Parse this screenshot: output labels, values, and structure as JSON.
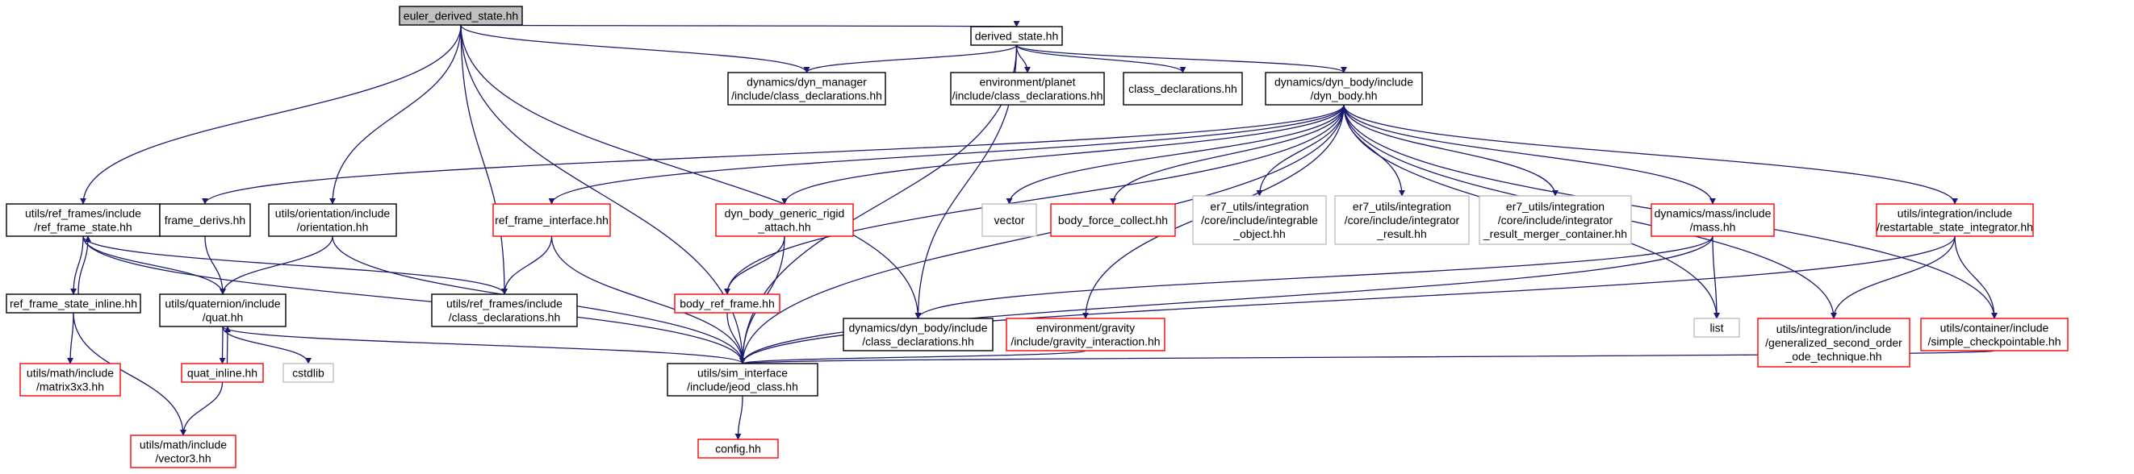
{
  "colors": {
    "edge": "#191970",
    "root_fill": "#bfbfbf",
    "documented_border": "#000000",
    "incomplete_border": "#ff0000",
    "undocumented_border": "#bfbfbf"
  },
  "nodes": {
    "euler_derived_state": {
      "lines": [
        "euler_derived_state.hh"
      ],
      "kind": "root"
    },
    "derived_state": {
      "lines": [
        "derived_state.hh"
      ],
      "kind": "documented"
    },
    "dyn_manager_class_decl": {
      "lines": [
        "dynamics/dyn_manager",
        "/include/class_declarations.hh"
      ],
      "kind": "documented"
    },
    "planet_class_decl": {
      "lines": [
        "environment/planet",
        "/include/class_declarations.hh"
      ],
      "kind": "documented"
    },
    "class_declarations": {
      "lines": [
        "class_declarations.hh"
      ],
      "kind": "documented"
    },
    "dyn_body": {
      "lines": [
        "dynamics/dyn_body/include",
        "/dyn_body.hh"
      ],
      "kind": "documented"
    },
    "ref_frame_state": {
      "lines": [
        "utils/ref_frames/include",
        "/ref_frame_state.hh"
      ],
      "kind": "documented"
    },
    "frame_derivs": {
      "lines": [
        "frame_derivs.hh"
      ],
      "kind": "documented"
    },
    "orientation": {
      "lines": [
        "utils/orientation/include",
        "/orientation.hh"
      ],
      "kind": "documented"
    },
    "ref_frame_interface": {
      "lines": [
        "ref_frame_interface.hh"
      ],
      "kind": "incomplete"
    },
    "dyn_body_generic_rigid_attach": {
      "lines": [
        "dyn_body_generic_rigid",
        "_attach.hh"
      ],
      "kind": "incomplete"
    },
    "vector": {
      "lines": [
        "vector"
      ],
      "kind": "undocumented"
    },
    "body_force_collect": {
      "lines": [
        "body_force_collect.hh"
      ],
      "kind": "incomplete"
    },
    "integrable_object": {
      "lines": [
        "er7_utils/integration",
        "/core/include/integrable",
        "_object.hh"
      ],
      "kind": "undocumented"
    },
    "integrator_result": {
      "lines": [
        "er7_utils/integration",
        "/core/include/integrator",
        "_result.hh"
      ],
      "kind": "undocumented"
    },
    "integrator_result_merger": {
      "lines": [
        "er7_utils/integration",
        "/core/include/integrator",
        "_result_merger_container.hh"
      ],
      "kind": "undocumented"
    },
    "mass": {
      "lines": [
        "dynamics/mass/include",
        "/mass.hh"
      ],
      "kind": "incomplete"
    },
    "restartable_state_integrator": {
      "lines": [
        "utils/integration/include",
        "/restartable_state_integrator.hh"
      ],
      "kind": "incomplete"
    },
    "ref_frame_state_inline": {
      "lines": [
        "ref_frame_state_inline.hh"
      ],
      "kind": "documented"
    },
    "quat": {
      "lines": [
        "utils/quaternion/include",
        "/quat.hh"
      ],
      "kind": "documented"
    },
    "ref_frames_class_decl": {
      "lines": [
        "utils/ref_frames/include",
        "/class_declarations.hh"
      ],
      "kind": "documented"
    },
    "body_ref_frame": {
      "lines": [
        "body_ref_frame.hh"
      ],
      "kind": "incomplete"
    },
    "dyn_body_class_decl": {
      "lines": [
        "dynamics/dyn_body/include",
        "/class_declarations.hh"
      ],
      "kind": "documented"
    },
    "gravity_interaction": {
      "lines": [
        "environment/gravity",
        "/include/gravity_interaction.hh"
      ],
      "kind": "incomplete"
    },
    "list": {
      "lines": [
        "list"
      ],
      "kind": "undocumented"
    },
    "generalized_second_order": {
      "lines": [
        "utils/integration/include",
        "/generalized_second_order",
        "_ode_technique.hh"
      ],
      "kind": "incomplete"
    },
    "simple_checkpointable": {
      "lines": [
        "utils/container/include",
        "/simple_checkpointable.hh"
      ],
      "kind": "incomplete"
    },
    "matrix3x3": {
      "lines": [
        "utils/math/include",
        "/matrix3x3.hh"
      ],
      "kind": "incomplete"
    },
    "quat_inline": {
      "lines": [
        "quat_inline.hh"
      ],
      "kind": "incomplete"
    },
    "cstdlib": {
      "lines": [
        "cstdlib"
      ],
      "kind": "undocumented"
    },
    "jeod_class": {
      "lines": [
        "utils/sim_interface",
        "/include/jeod_class.hh"
      ],
      "kind": "documented"
    },
    "vector3": {
      "lines": [
        "utils/math/include",
        "/vector3.hh"
      ],
      "kind": "incomplete"
    },
    "config": {
      "lines": [
        "config.hh"
      ],
      "kind": "incomplete"
    }
  },
  "edges": [
    [
      "euler_derived_state",
      "derived_state"
    ],
    [
      "euler_derived_state",
      "dyn_manager_class_decl"
    ],
    [
      "euler_derived_state",
      "ref_frame_state"
    ],
    [
      "euler_derived_state",
      "orientation"
    ],
    [
      "euler_derived_state",
      "ref_frames_class_decl"
    ],
    [
      "euler_derived_state",
      "dyn_body_class_decl"
    ],
    [
      "euler_derived_state",
      "jeod_class"
    ],
    [
      "derived_state",
      "dyn_manager_class_decl"
    ],
    [
      "derived_state",
      "planet_class_decl"
    ],
    [
      "derived_state",
      "class_declarations"
    ],
    [
      "derived_state",
      "dyn_body"
    ],
    [
      "derived_state",
      "dyn_body_class_decl"
    ],
    [
      "derived_state",
      "jeod_class"
    ],
    [
      "dyn_body",
      "frame_derivs"
    ],
    [
      "dyn_body",
      "ref_frame_interface"
    ],
    [
      "dyn_body",
      "dyn_body_generic_rigid_attach"
    ],
    [
      "dyn_body",
      "vector"
    ],
    [
      "dyn_body",
      "body_force_collect"
    ],
    [
      "dyn_body",
      "integrable_object"
    ],
    [
      "dyn_body",
      "integrator_result"
    ],
    [
      "dyn_body",
      "integrator_result_merger"
    ],
    [
      "dyn_body",
      "mass"
    ],
    [
      "dyn_body",
      "restartable_state_integrator"
    ],
    [
      "dyn_body",
      "body_ref_frame"
    ],
    [
      "dyn_body",
      "gravity_interaction"
    ],
    [
      "dyn_body",
      "list"
    ],
    [
      "dyn_body",
      "generalized_second_order"
    ],
    [
      "dyn_body",
      "simple_checkpointable"
    ],
    [
      "dyn_body",
      "jeod_class"
    ],
    [
      "ref_frame_state",
      "ref_frame_state_inline"
    ],
    [
      "ref_frame_state",
      "quat"
    ],
    [
      "ref_frame_state",
      "ref_frames_class_decl"
    ],
    [
      "ref_frame_state",
      "jeod_class"
    ],
    [
      "ref_frame_state_inline",
      "ref_frame_state"
    ],
    [
      "ref_frame_state_inline",
      "matrix3x3"
    ],
    [
      "ref_frame_state_inline",
      "vector3"
    ],
    [
      "frame_derivs",
      "quat"
    ],
    [
      "orientation",
      "quat"
    ],
    [
      "orientation",
      "jeod_class"
    ],
    [
      "ref_frame_interface",
      "ref_frames_class_decl"
    ],
    [
      "ref_frame_interface",
      "jeod_class"
    ],
    [
      "dyn_body_generic_rigid_attach",
      "body_ref_frame"
    ],
    [
      "dyn_body_generic_rigid_attach",
      "jeod_class"
    ],
    [
      "body_ref_frame",
      "jeod_class"
    ],
    [
      "mass",
      "dyn_body_class_decl"
    ],
    [
      "mass",
      "list"
    ],
    [
      "mass",
      "jeod_class"
    ],
    [
      "restartable_state_integrator",
      "generalized_second_order"
    ],
    [
      "restartable_state_integrator",
      "simple_checkpointable"
    ],
    [
      "restartable_state_integrator",
      "jeod_class"
    ],
    [
      "simple_checkpointable",
      "jeod_class"
    ],
    [
      "gravity_interaction",
      "jeod_class"
    ],
    [
      "quat",
      "quat_inline"
    ],
    [
      "quat",
      "cstdlib"
    ],
    [
      "quat",
      "jeod_class"
    ],
    [
      "quat_inline",
      "quat"
    ],
    [
      "quat_inline",
      "vector3"
    ],
    [
      "jeod_class",
      "config"
    ]
  ]
}
